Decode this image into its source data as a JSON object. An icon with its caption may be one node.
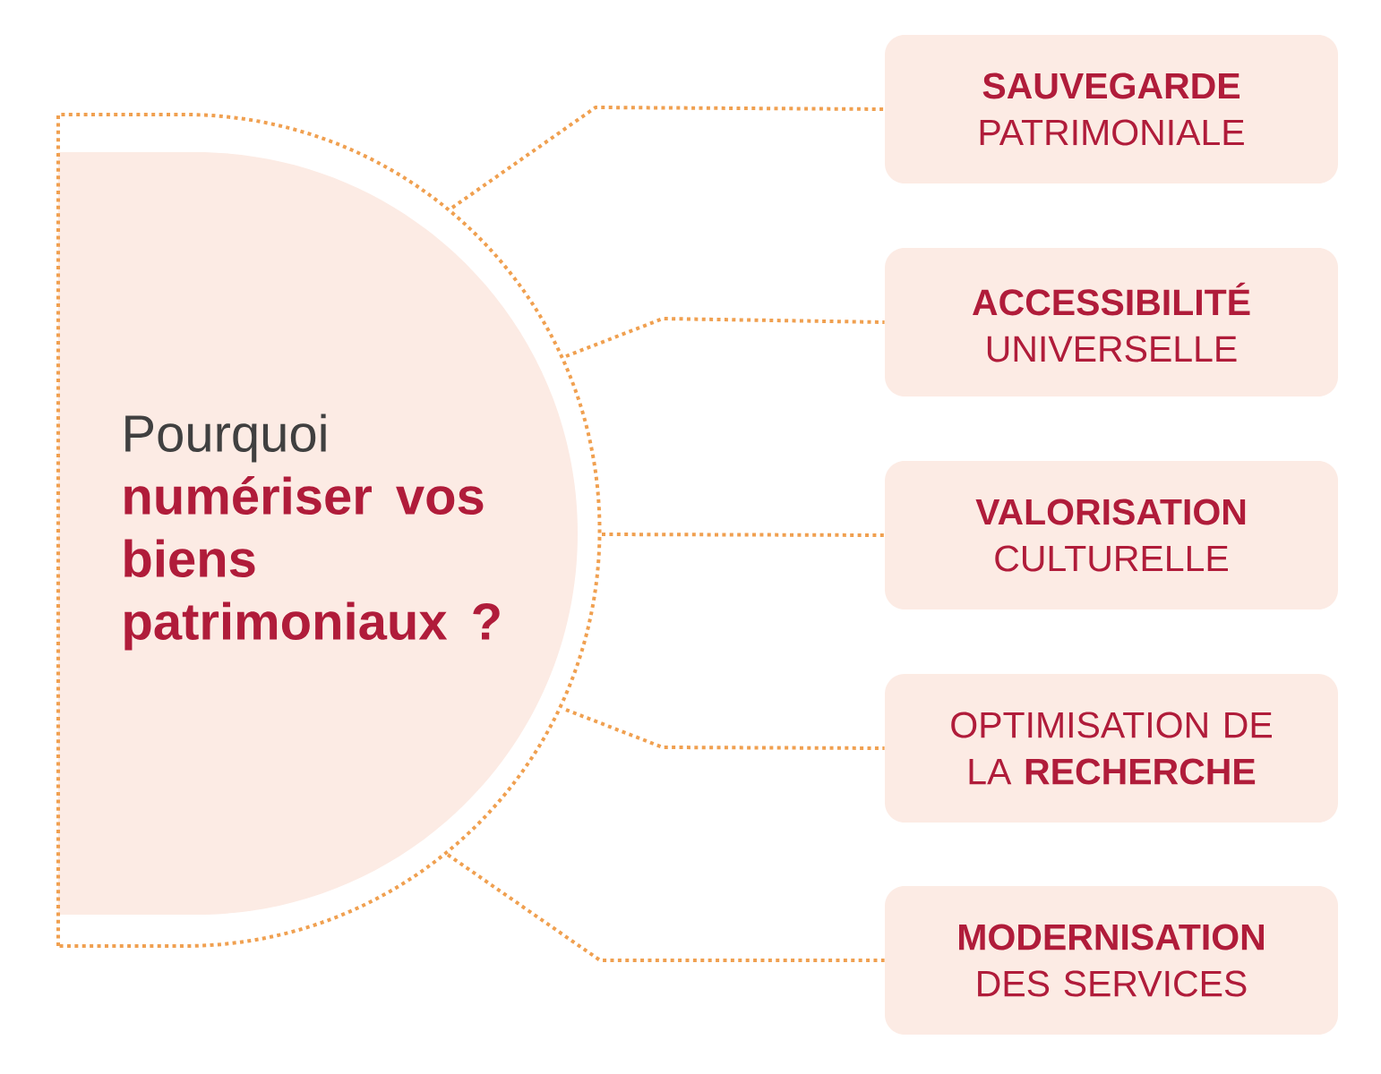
{
  "diagram": {
    "nodes": [
      {
        "text": [
          "Pourquoi",
          "numériser vos biens patrimoniaux ?"
        ]
      },
      {
        "text": [
          "**SAUVEGARDE** PATRIMONIALE"
        ]
      },
      {
        "text": [
          "**ACCESSIBILITÉ** UNIVERSELLE"
        ]
      },
      {
        "text": [
          "**VALORISATION** CULTURELLE"
        ]
      },
      {
        "text": [
          "OPTIMISATION DE LA **RECHERCHE**"
        ]
      },
      {
        "text": [
          "**MODERNISATION** DES SERVICES"
        ]
      }
    ],
    "edges": [
      {
        "from": 0,
        "to": 1,
        "arrow": "none"
      },
      {
        "from": 0,
        "to": 2,
        "arrow": "none"
      },
      {
        "from": 0,
        "to": 3,
        "arrow": "none"
      },
      {
        "from": 0,
        "to": 4,
        "arrow": "none"
      },
      {
        "from": 0,
        "to": 5,
        "arrow": "none"
      }
    ]
  }
}
